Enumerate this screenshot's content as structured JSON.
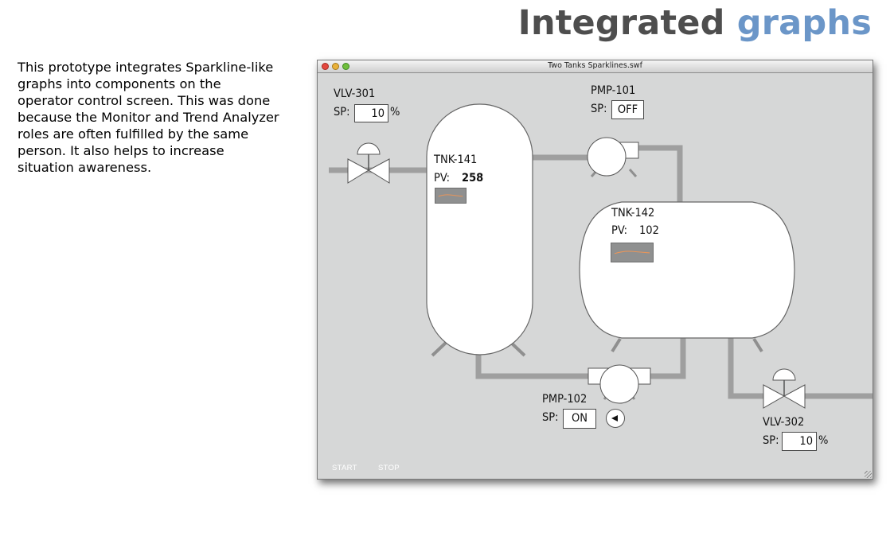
{
  "slide": {
    "title_word1": "Integrated",
    "title_word2": "graphs",
    "description": "This prototype integrates Sparkline-like graphs into components on the operator control screen. This was done because the Monitor and Trend Analyzer roles are often fulfilled by the same person. It also helps to increase situation awareness."
  },
  "window": {
    "title": "Two Tanks Sparklines.swf"
  },
  "colors": {
    "title_dark": "#4e4e4e",
    "title_accent": "#6b96c8",
    "canvas_bg": "#d6d7d7",
    "pipe": "#9f9f9f",
    "sparkline_line": "#e8955a"
  },
  "valve_301": {
    "name": "VLV-301",
    "sp_label": "SP:",
    "sp_value": "10",
    "unit": "%"
  },
  "pump_101": {
    "name": "PMP-101",
    "sp_label": "SP:",
    "sp_value": "OFF"
  },
  "tank_141": {
    "name": "TNK-141",
    "pv_label": "PV:",
    "pv_value": "258"
  },
  "tank_142": {
    "name": "TNK-142",
    "pv_label": "PV:",
    "pv_value": "102"
  },
  "pump_102": {
    "name": "PMP-102",
    "sp_label": "SP:",
    "sp_value": "ON",
    "button_icon": "play-left-icon"
  },
  "valve_302": {
    "name": "VLV-302",
    "sp_label": "SP:",
    "sp_value": "10",
    "unit": "%"
  },
  "controls": {
    "start_label": "START",
    "stop_label": "STOP"
  }
}
